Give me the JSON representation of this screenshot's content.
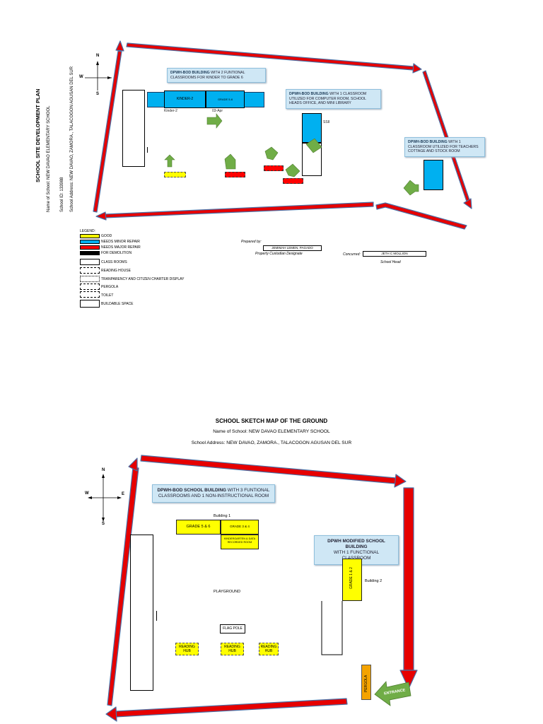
{
  "plan": {
    "title": "SCHOOL SITE DEVELOPMENT PLAN",
    "school_name": "Name of School:  NEW DAVAO ELEMENTARY SCHOOL",
    "school_id": "School ID: 133988",
    "school_address": "School Address: NEW DAVAO, ZAMORA., TALACOGON AGUSAN DEL SUR",
    "compass": {
      "n": "N",
      "w": "W",
      "s": "S"
    },
    "callout1_bold": "DPWH-BOD BUILDING",
    "callout1_rest": " WITH 2  FUNTIONAL CLASSROOMS FOR KINDER TO GRADE 6",
    "callout2_bold": "DPWH-BOD BUILDING",
    "callout2_rest": " WITH 1 CLASSROOM UTILIZED FOR COMPUTER ROOM, SCHOOL HEADS OFFICE, AND MINI LIBRARY",
    "callout3_bold": "DPWH-BOD BUILDING",
    "callout3_rest": " WITH 1 CLASSROOM UTILIZED FOR TEACHERS COTTAGE AND STOCK ROOM",
    "room_kinder": "KINDER-2",
    "room_grade": "GRADE 5-6",
    "label_kinder": "Kinder-2",
    "label_date": "03-Apr",
    "label_side": "SSII",
    "prepared_by_label": "Prepared by:",
    "prepared_name": "JEMIMAH LEMEN, PAGADO",
    "prepared_title": "Property Custodian Designate",
    "concurred_label": "Concurred:",
    "concurred_name": "JETH C MOLLION",
    "concurred_title": "School Head",
    "legend": {
      "title": "LEGEND:",
      "items": [
        "GOOD",
        "NEEDS MINOR REPAIR",
        "NEEDS MAJOR REPAIR",
        "FOR DEMOLITION",
        "CLASS ROOMS",
        "READING HOUSE",
        "TRANPARENCY AND CITIZEN CHARTER DISPLAY",
        "PERGOLA",
        "TOILET",
        "BUILDABLE SPACE"
      ]
    },
    "colors": {
      "good": "#ffff00",
      "minor": "#00b0f0",
      "major": "#ff0000",
      "demolition": "#000000",
      "arrow": "#70ad47",
      "boundary": "#e60000"
    }
  },
  "sketch": {
    "title": "SCHOOL SKETCH MAP OF THE GROUND",
    "school_name": "Name of School: NEW DAVAO ELEMENTARY SCHOOL",
    "school_address": "School Address: NEW DAVAO, ZAMORA., TALACOGON AGUSAN DEL SUR",
    "compass": {
      "n": "N",
      "w": "W",
      "e": "E",
      "s": "S"
    },
    "callout1_bold": "DPWH-BOD SCHOOL BUILDING",
    "callout1_rest": " WITH 3 FUNTIONAL CLASSROOMS AND 1 NON-INSTRUCTIONAL ROOM",
    "callout2_line1": "DPWH MODIFIED SCHOOL BUILDING",
    "callout2_line2": "WITH 1 FUNCTIONAL CLASSROOM",
    "building1": "Building 1",
    "building2": "Building 2",
    "room_g56": "GRADE 5 & 6",
    "room_g34": "GRADE 3 & 4",
    "room_kinder": "KINDERGARTEN & DATA RECORDED ROOM",
    "room_g12": "GRADE 1 & 2",
    "playground": "PLAYGROUND",
    "flag_pole": "FLAG POLE",
    "reading_hub": "READING HUB",
    "pergola": "PERGOLA",
    "entrance": "ENTRANCE"
  }
}
